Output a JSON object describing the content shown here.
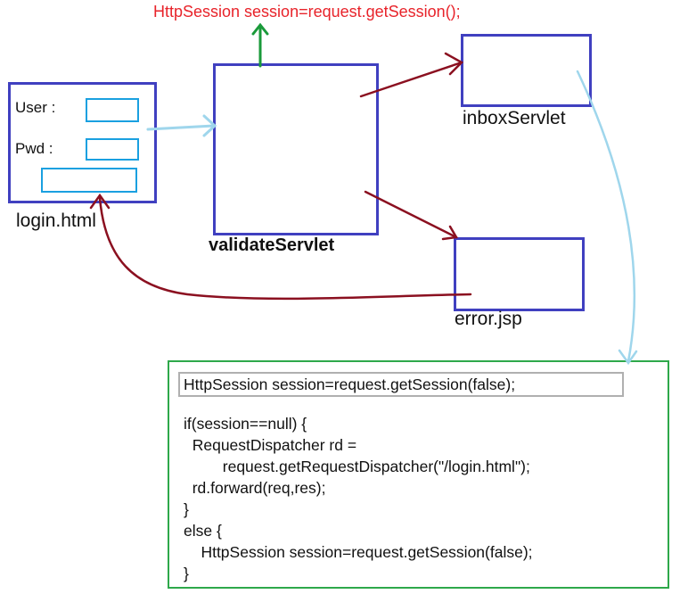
{
  "header_code": "HttpSession session=request.getSession();",
  "login": {
    "user_label": "User :",
    "pwd_label": "Pwd :",
    "caption": "login.html"
  },
  "validate": {
    "caption": "validateServlet"
  },
  "inbox": {
    "caption": "inboxServlet"
  },
  "error": {
    "caption": "error.jsp"
  },
  "code_panel": {
    "first_line": "HttpSession session=request.getSession(false);",
    "lines": [
      "if(session==null) {",
      "  RequestDispatcher rd =",
      "         request.getRequestDispatcher(\"/login.html\");",
      "  rd.forward(req,res);",
      "}",
      "else {",
      "    HttpSession session=request.getSession(false);",
      "}"
    ]
  },
  "colors": {
    "header_text": "#e8232a",
    "box_border": "#4040c0",
    "field_border": "#1aa0e0",
    "arrow_dark_red": "#8b1020",
    "arrow_light_blue": "#9fd6ec",
    "arrow_green": "#1a9a3a",
    "code_panel_border": "#2ea84a",
    "first_line_border": "#b0b0b0"
  }
}
